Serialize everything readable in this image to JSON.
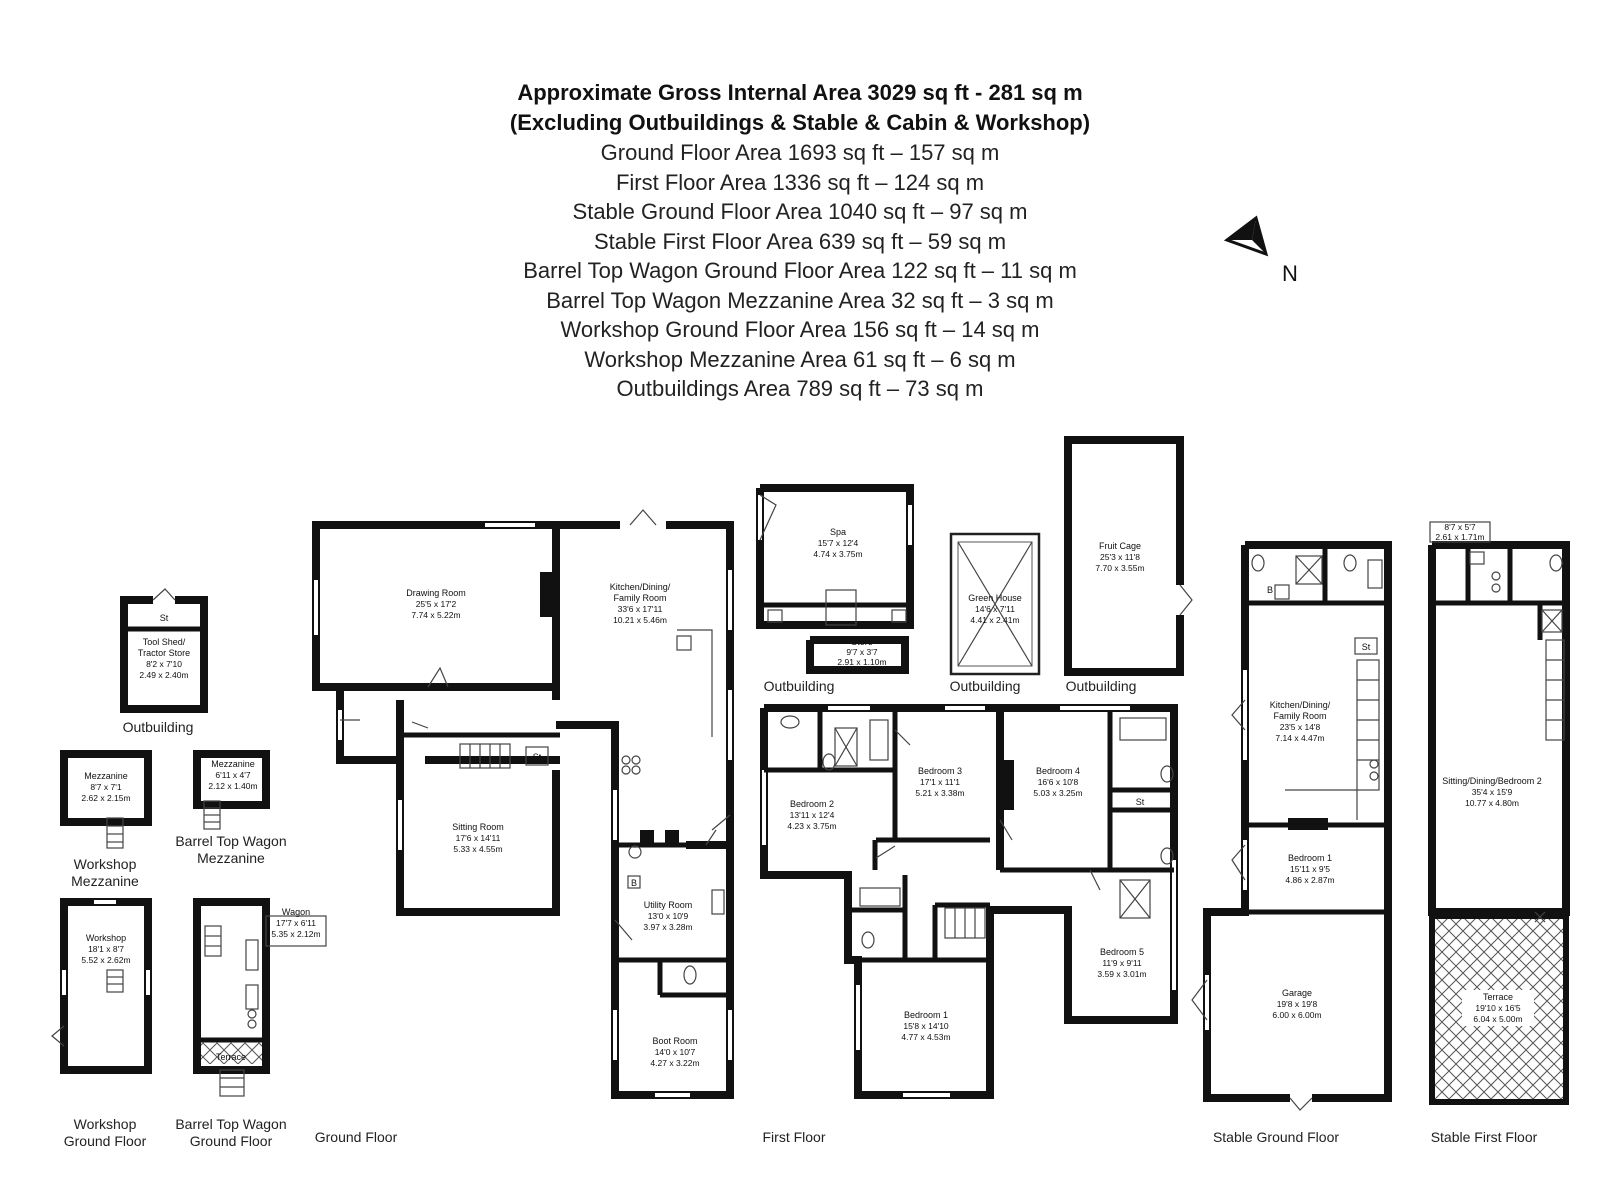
{
  "header": {
    "title_line1": "Approximate Gross Internal Area 3029 sq ft - 281 sq m",
    "title_line2": "(Excluding Outbuildings & Stable & Cabin & Workshop)",
    "areas": [
      "Ground Floor Area 1693 sq ft – 157 sq m",
      "First Floor Area 1336 sq ft – 124 sq m",
      "Stable Ground Floor Area 1040 sq ft – 97 sq m",
      "Stable First Floor Area 639 sq ft – 59 sq m",
      "Barrel Top Wagon Ground Floor Area 122 sq ft – 11 sq m",
      "Barrel Top Wagon Mezzanine Area 32 sq ft – 3 sq m",
      "Workshop Ground Floor Area 156 sq ft – 14 sq m",
      "Workshop Mezzanine Area 61 sq ft – 6 sq m",
      "Outbuildings Area 789 sq ft – 73 sq m"
    ]
  },
  "north": {
    "label": "N"
  },
  "rooms": {
    "tool_st": "St",
    "tool_shed_name1": "Tool Shed/",
    "tool_shed_name2": "Tractor Store",
    "tool_shed_dim1": "8'2 x 7'10",
    "tool_shed_dim2": "2.49 x 2.40m",
    "ws_mezz_name": "Mezzanine",
    "ws_mezz_dim1": "8'7 x 7'1",
    "ws_mezz_dim2": "2.62 x 2.15m",
    "btw_mezz_name": "Mezzanine",
    "btw_mezz_dim1": "6'11 x 4'7",
    "btw_mezz_dim2": "2.12 x 1.40m",
    "workshop_name": "Workshop",
    "workshop_dim1": "18'1 x 8'7",
    "workshop_dim2": "5.52 x 2.62m",
    "wagon_name": "Wagon",
    "wagon_dim1": "17'7 x 6'11",
    "wagon_dim2": "5.35 x 2.12m",
    "wagon_terrace": "Terrace",
    "drawing_name": "Drawing Room",
    "drawing_dim1": "25'5 x 17'2",
    "drawing_dim2": "7.74 x 5.22m",
    "kitchen_name1": "Kitchen/Dining/",
    "kitchen_name2": "Family Room",
    "kitchen_dim1": "33'6 x 17'11",
    "kitchen_dim2": "10.21 x 5.46m",
    "gf_st": "St",
    "sitting_name": "Sitting Room",
    "sitting_dim1": "17'6 x 14'11",
    "sitting_dim2": "5.33 x 4.55m",
    "utility_b": "B",
    "utility_name": "Utility Room",
    "utility_dim1": "13'0 x 10'9",
    "utility_dim2": "3.97 x 3.28m",
    "boot_name": "Boot Room",
    "boot_dim1": "14'0 x 10'7",
    "boot_dim2": "4.27 x 3.22m",
    "spa_name": "Spa",
    "spa_dim1": "15'7 x 12'4",
    "spa_dim2": "4.74 x 3.75m",
    "store_name": "Store",
    "store_dim1": "9'7 x 3'7",
    "store_dim2": "2.91 x 1.10m",
    "green_name": "Green House",
    "green_dim1": "14'6 x 7'11",
    "green_dim2": "4.41 x 2.41m",
    "fruit_name": "Fruit Cage",
    "fruit_dim1": "25'3 x 11'8",
    "fruit_dim2": "7.70 x 3.55m",
    "bed2_name": "Bedroom 2",
    "bed2_dim1": "13'11 x 12'4",
    "bed2_dim2": "4.23 x 3.75m",
    "bed3_name": "Bedroom 3",
    "bed3_dim1": "17'1 x 11'1",
    "bed3_dim2": "5.21 x 3.38m",
    "bed4_name": "Bedroom 4",
    "bed4_dim1": "16'6 x 10'8",
    "bed4_dim2": "5.03 x 3.25m",
    "ff_st": "St",
    "bed1_name": "Bedroom 1",
    "bed1_dim1": "15'8 x 14'10",
    "bed1_dim2": "4.77 x 4.53m",
    "bed5_name": "Bedroom 5",
    "bed5_dim1": "11'9 x 9'11",
    "bed5_dim2": "3.59 x 3.01m",
    "sg_b": "B",
    "sg_st": "St",
    "sg_kitchen_name1": "Kitchen/Dining/",
    "sg_kitchen_name2": "Family Room",
    "sg_kitchen_dim1": "23'5 x 14'8",
    "sg_kitchen_dim2": "7.14 x 4.47m",
    "sg_bed1_name": "Bedroom 1",
    "sg_bed1_dim1": "15'11 x 9'5",
    "sg_bed1_dim2": "4.86 x 2.87m",
    "garage_name": "Garage",
    "garage_dim1": "19'8 x 19'8",
    "garage_dim2": "6.00 x 6.00m",
    "sf_small_dim1": "8'7 x 5'7",
    "sf_small_dim2": "2.61 x 1.71m",
    "sf_sitting_name": "Sitting/Dining/Bedroom 2",
    "sf_sitting_dim1": "35'4 x 15'9",
    "sf_sitting_dim2": "10.77 x 4.80m",
    "sf_terrace_name": "Terrace",
    "sf_terrace_dim1": "19'10 x 16'5",
    "sf_terrace_dim2": "6.04 x 5.00m"
  },
  "labels": {
    "outbuilding_tool": "Outbuilding",
    "outbuilding_spa": "Outbuilding",
    "outbuilding_green": "Outbuilding",
    "outbuilding_fruit": "Outbuilding",
    "workshop_mezz_1": "Workshop",
    "workshop_mezz_2": "Mezzanine",
    "btw_mezz_1": "Barrel Top Wagon",
    "btw_mezz_2": "Mezzanine",
    "workshop_gf_1": "Workshop",
    "workshop_gf_2": "Ground Floor",
    "btw_gf_1": "Barrel Top Wagon",
    "btw_gf_2": "Ground Floor",
    "ground_floor": "Ground Floor",
    "first_floor": "First Floor",
    "stable_ground_floor": "Stable Ground Floor",
    "stable_first_floor": "Stable First Floor"
  }
}
